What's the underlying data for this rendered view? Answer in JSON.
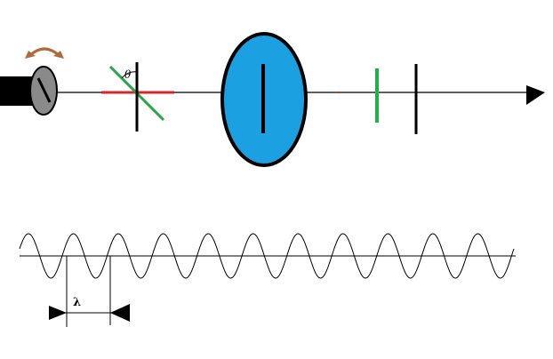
{
  "diagram": {
    "angle_label": "θ",
    "wavelength_label": "λ"
  },
  "colors": {
    "background": "#ffffff",
    "line": "#000000",
    "lens_fill": "#1ba1e2",
    "rotation_arrow": "#b06a3b",
    "red_marker": "#d62728",
    "green_marker": "#22b04a",
    "green_tilt": "#28a745",
    "torch_head": "#8a8a8a"
  },
  "wave": {
    "cycles": 11
  }
}
